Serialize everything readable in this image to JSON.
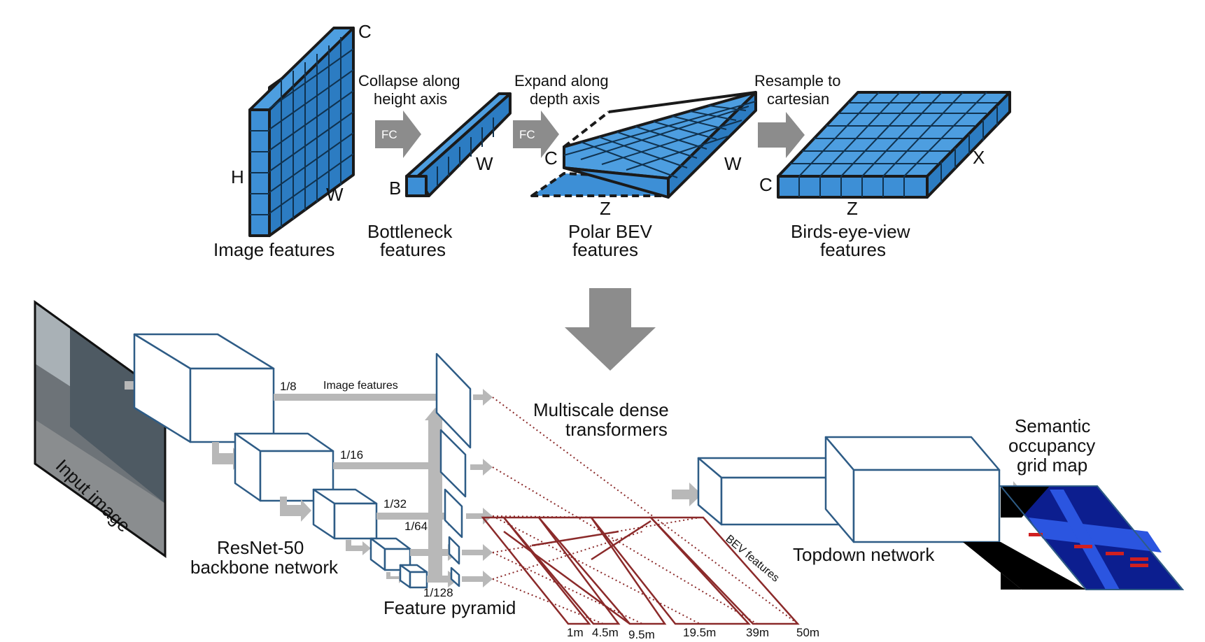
{
  "top_row": {
    "image_features": {
      "caption": "Image features",
      "axis_c": "C",
      "axis_h": "H",
      "axis_w": "W"
    },
    "step1": {
      "caption_line1": "Collapse along",
      "caption_line2": "height axis",
      "arrow_label": "FC"
    },
    "bottleneck": {
      "caption_line1": "Bottleneck",
      "caption_line2": "features",
      "axis_b": "B",
      "axis_w": "W"
    },
    "step2": {
      "caption_line1": "Expand along",
      "caption_line2": "depth axis",
      "arrow_label": "FC"
    },
    "polar_bev": {
      "caption_line1": "Polar BEV",
      "caption_line2": "features",
      "axis_c": "C",
      "axis_w": "W",
      "axis_z": "Z"
    },
    "step3": {
      "caption_line1": "Resample to",
      "caption_line2": "cartesian"
    },
    "bev": {
      "caption_line1": "Birds-eye-view",
      "caption_line2": "features",
      "axis_c": "C",
      "axis_x": "X",
      "axis_z": "Z"
    }
  },
  "bottom_row": {
    "input_image_label": "Input image",
    "backbone_line1": "ResNet-50",
    "backbone_line2": "backbone network",
    "scales": [
      "1/8",
      "1/16",
      "1/32",
      "1/64",
      "1/128"
    ],
    "image_features_label": "Image features",
    "feature_pyramid_label": "Feature pyramid",
    "transformers_line1": "Multiscale dense",
    "transformers_line2": "transformers",
    "bev_features_label": "BEV features",
    "depths": [
      "1m",
      "4.5m",
      "9.5m",
      "19.5m",
      "39m",
      "50m"
    ],
    "topdown_label": "Topdown network",
    "output_line1": "Semantic",
    "output_line2": "occupancy",
    "output_line3": "grid map"
  },
  "colors": {
    "feature_blue": "#3d8fd6",
    "arrow_gray": "#8c8c8c",
    "box_stroke": "#2e5c86",
    "transformer_maroon": "#8b2a2a"
  }
}
